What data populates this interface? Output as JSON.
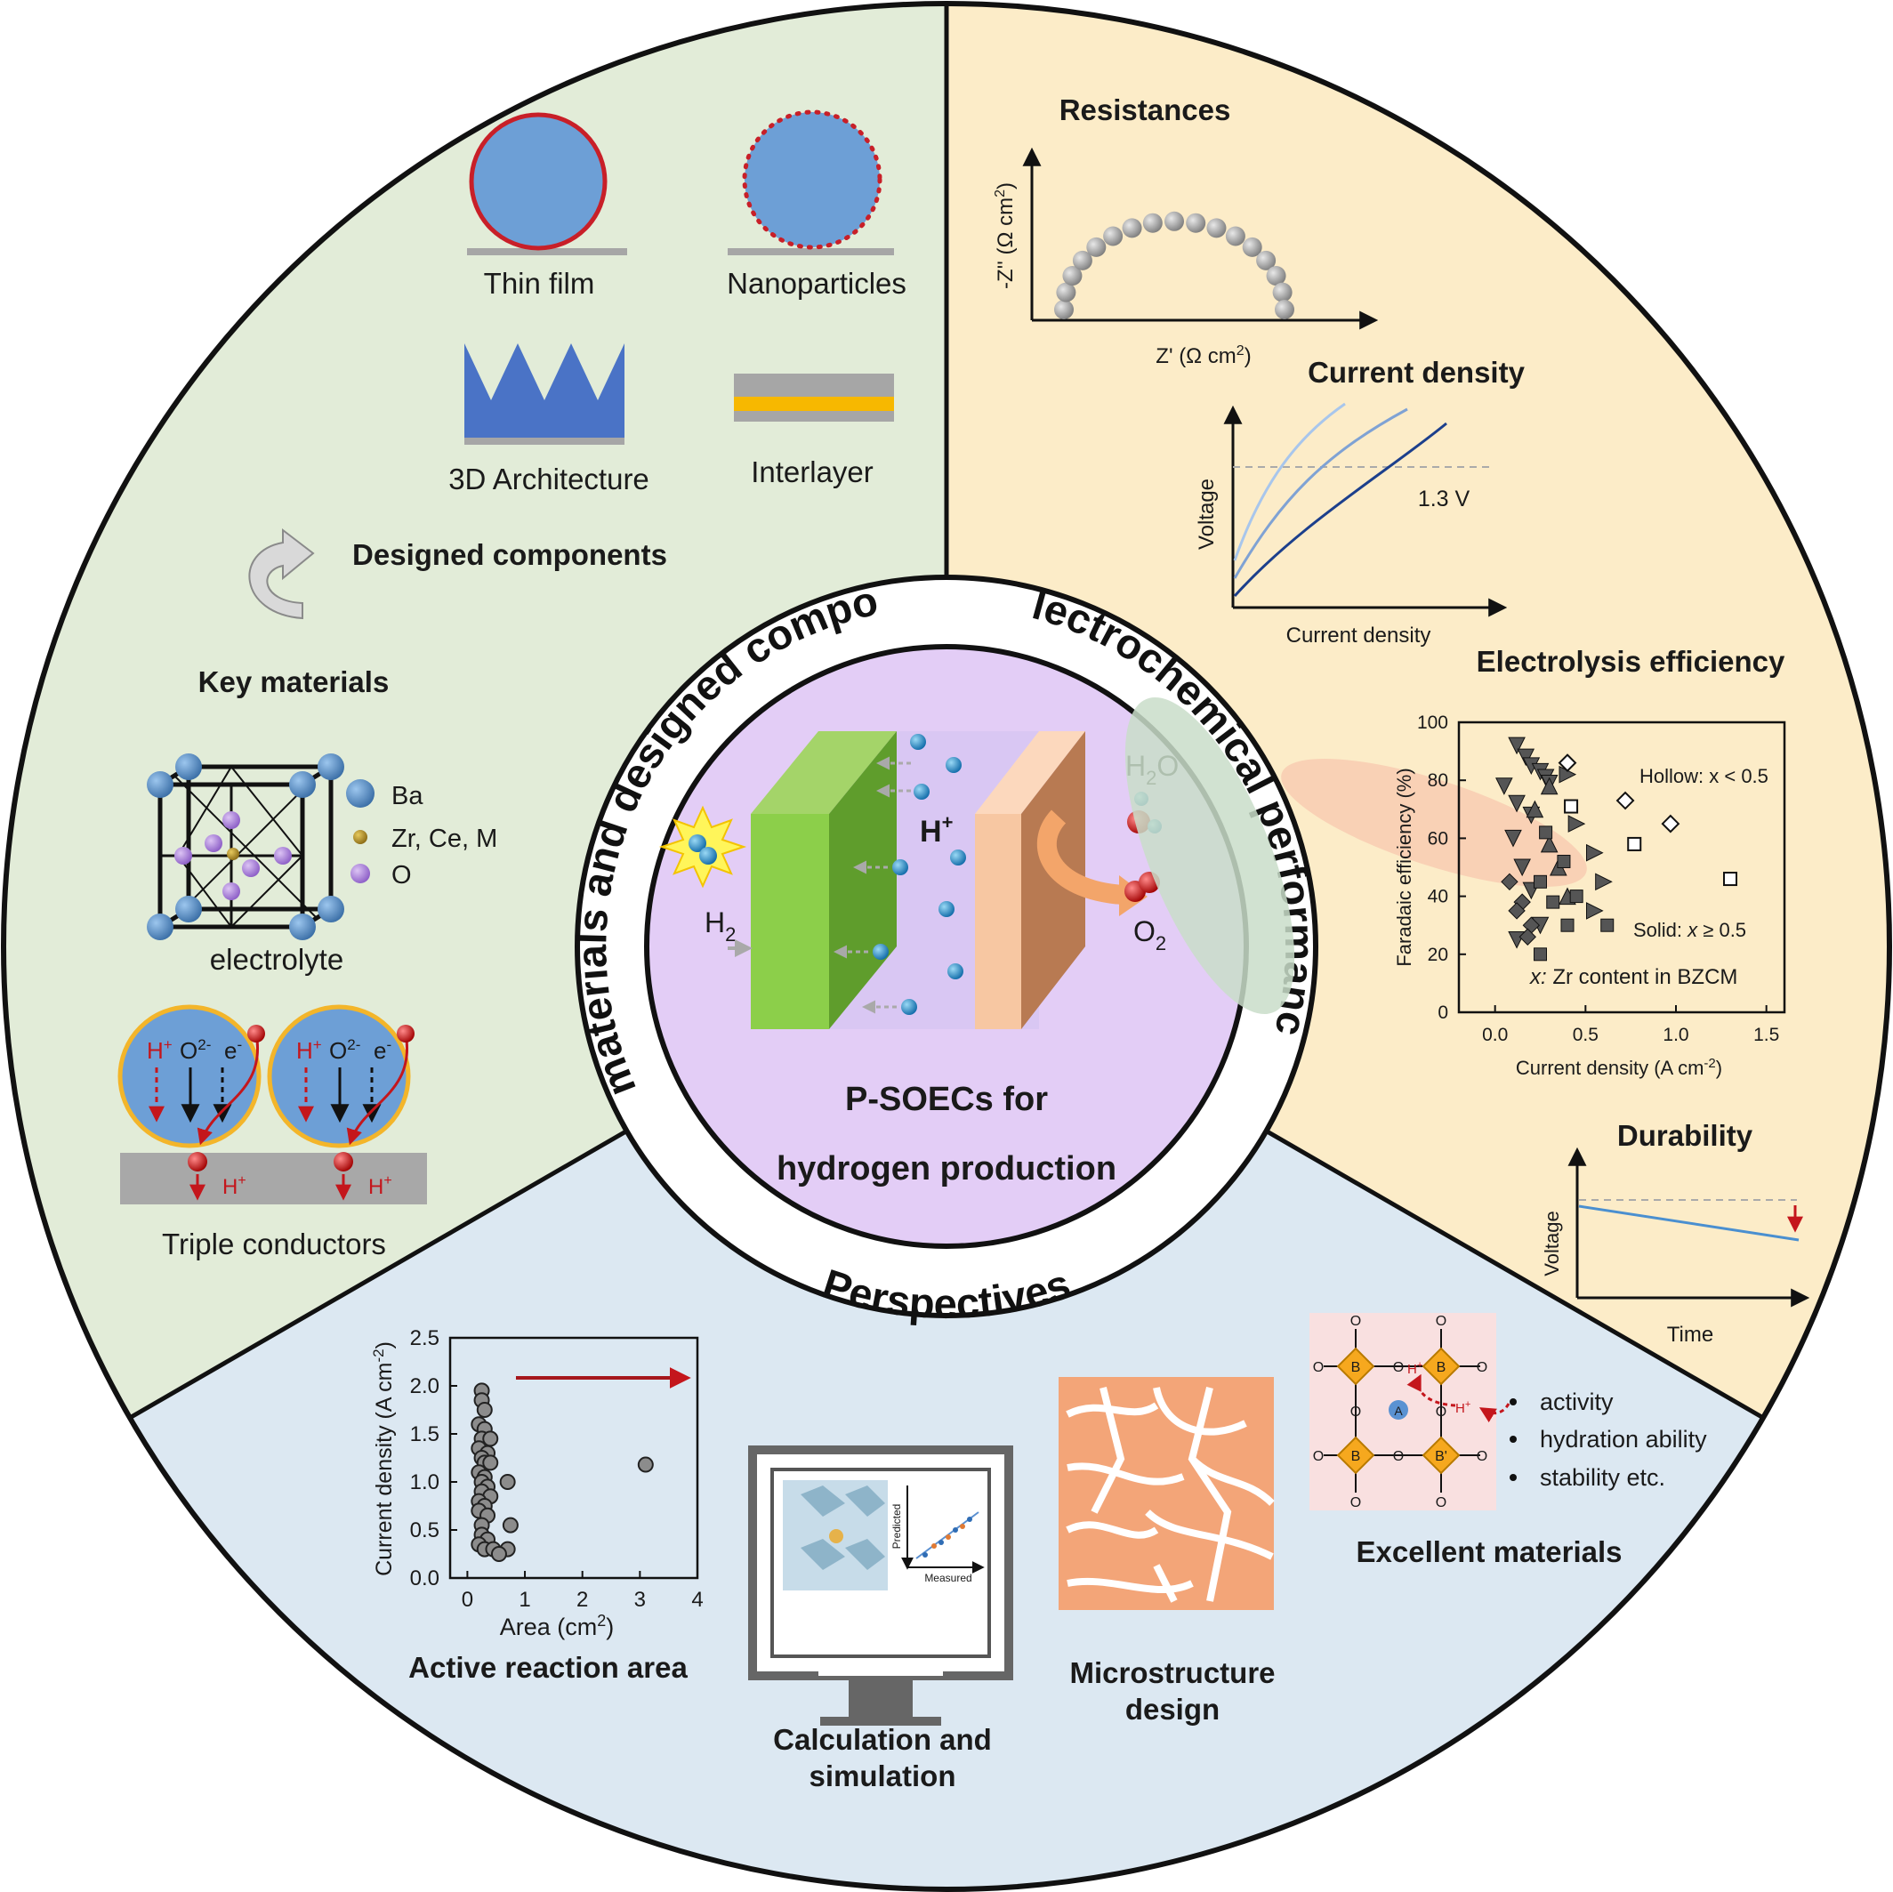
{
  "colors": {
    "sector_green": "#e2ecd8",
    "sector_yellow": "#fcecc8",
    "sector_blue": "#dce8f2",
    "center": "#e3cdf6",
    "blue_ball": "#6d9fd6",
    "red": "#cc1f1f"
  },
  "ring_labels": {
    "left": "Key materials and designed components",
    "right": "Electrochemical performance",
    "bottom": "Perspectives"
  },
  "center": {
    "title_line1": "P-SOECs for",
    "title_line2": "hydrogen production",
    "h_plus": "H",
    "h_plus_sup": "+",
    "h2": "H",
    "h2_sub": "2",
    "h2o_a": "H",
    "h2o_sub": "2",
    "h2o_b": "O",
    "o2": "O",
    "o2_sub": "2"
  },
  "key_materials": {
    "thin_film": "Thin film",
    "nanoparticles": "Nanoparticles",
    "architecture": "3D Architecture",
    "interlayer": "Interlayer",
    "designed_components": "Designed components",
    "key_materials": "Key materials",
    "legend_ba": "Ba",
    "legend_zr": "Zr, Ce, M",
    "legend_o": "O",
    "electrolyte": "electrolyte",
    "triple_conductors": "Triple conductors",
    "tc_h": "H",
    "tc_hsup": "+",
    "tc_o": "O",
    "tc_osup": "2-",
    "tc_e": "e",
    "tc_esup": "-"
  },
  "performance": {
    "resistances": "Resistances",
    "z_imag": "-Z'' (Ω cm",
    "z_imag_sup": "2",
    "z_imag_end": ")",
    "z_real": "Z' (Ω cm",
    "z_real_sup": "2",
    "z_real_end": ")",
    "current_density_title": "Current density",
    "voltage": "Voltage",
    "current_density_axis": "Current density",
    "v13": "1.3 V",
    "efficiency_title": "Electrolysis efficiency",
    "fe_ylabel": "Faradaic efficiency (%)",
    "fe_xlabel": "Current density (A cm",
    "fe_xlabel_sup": "-2",
    "fe_xlabel_end": ")",
    "hollow": "Hollow: x < 0.5",
    "solid_a": "Solid: ",
    "solid_b": "x",
    "solid_c": " ≥ 0.5",
    "zr_a": "x:",
    "zr_b": " Zr content in BZCM",
    "durability": "Durability",
    "dur_voltage": "Voltage",
    "dur_time": "Time"
  },
  "perspectives": {
    "area_ylabel": "Current density (A cm",
    "area_ylabel_sup": "-2",
    "area_ylabel_end": ")",
    "area_xlabel": "Area (cm",
    "area_xlabel_sup": "2",
    "area_xlabel_end": ")",
    "active_area": "Active reaction area",
    "calc_line1": "Calculation and",
    "calc_line2": "simulation",
    "predicted": "Predicted",
    "measured": "Measured",
    "micro_line1": "Microstructure",
    "micro_line2": "design",
    "excellent": "Excellent materials",
    "bullets": [
      "activity",
      "hydration ability",
      "stability etc."
    ],
    "lattice_b": "B",
    "lattice_bp": "B'",
    "lattice_a": "A",
    "lattice_o": "O",
    "lattice_h": "H",
    "lattice_hsup": "+"
  },
  "chart_data": [
    {
      "type": "scatter",
      "xlim": [
        -0.2,
        1.6
      ],
      "ylim": [
        0,
        100
      ],
      "xticks": [
        "0.0",
        "0.5",
        "1.0",
        "1.5"
      ],
      "yticks": [
        "0",
        "20",
        "40",
        "60",
        "80",
        "100"
      ],
      "series": [
        {
          "marker": "down-triangle",
          "points": [
            [
              0.12,
              92
            ],
            [
              0.17,
              88
            ],
            [
              0.2,
              85
            ],
            [
              0.25,
              83
            ],
            [
              0.28,
              81
            ],
            [
              0.3,
              79
            ],
            [
              0.05,
              78
            ],
            [
              0.12,
              72
            ],
            [
              0.2,
              68
            ],
            [
              0.1,
              60
            ],
            [
              0.15,
              50
            ],
            [
              0.2,
              42
            ],
            [
              0.25,
              30
            ],
            [
              0.12,
              25
            ]
          ]
        },
        {
          "marker": "up-triangle",
          "points": [
            [
              0.22,
              70
            ],
            [
              0.3,
              58
            ],
            [
              0.35,
              50
            ],
            [
              0.4,
              40
            ],
            [
              0.3,
              78
            ]
          ]
        },
        {
          "marker": "right-triangle",
          "points": [
            [
              0.4,
              82
            ],
            [
              0.45,
              65
            ],
            [
              0.55,
              55
            ],
            [
              0.6,
              45
            ],
            [
              0.55,
              35
            ]
          ]
        },
        {
          "marker": "square",
          "points": [
            [
              0.28,
              62
            ],
            [
              0.38,
              52
            ],
            [
              0.45,
              40
            ],
            [
              0.25,
              45
            ],
            [
              0.32,
              38
            ],
            [
              0.4,
              30
            ],
            [
              0.62,
              30
            ],
            [
              0.25,
              20
            ]
          ]
        },
        {
          "marker": "diamond",
          "points": [
            [
              0.08,
              45
            ],
            [
              0.15,
              38
            ],
            [
              0.2,
              30
            ],
            [
              0.18,
              26
            ],
            [
              0.12,
              35
            ]
          ]
        },
        {
          "marker": "hollow-diamond",
          "points": [
            [
              0.4,
              86
            ],
            [
              0.72,
              73
            ],
            [
              0.97,
              65
            ]
          ]
        },
        {
          "marker": "hollow-square",
          "points": [
            [
              0.42,
              71
            ],
            [
              0.77,
              58
            ],
            [
              1.3,
              46
            ]
          ]
        }
      ]
    },
    {
      "type": "scatter",
      "xlabel": "Area (cm2)",
      "ylabel": "Current density (A cm-2)",
      "xlim": [
        -0.3,
        4
      ],
      "ylim": [
        0,
        2.5
      ],
      "xticks": [
        "0",
        "1",
        "2",
        "3",
        "4"
      ],
      "yticks": [
        "0.0",
        "0.5",
        "1.0",
        "1.5",
        "2.0",
        "2.5"
      ],
      "points": [
        [
          0.25,
          1.95
        ],
        [
          0.25,
          1.85
        ],
        [
          0.3,
          1.75
        ],
        [
          0.2,
          1.6
        ],
        [
          0.3,
          1.55
        ],
        [
          0.25,
          1.45
        ],
        [
          0.4,
          1.45
        ],
        [
          0.2,
          1.35
        ],
        [
          0.35,
          1.3
        ],
        [
          0.25,
          1.25
        ],
        [
          0.3,
          1.2
        ],
        [
          0.4,
          1.2
        ],
        [
          0.2,
          1.1
        ],
        [
          0.3,
          1.05
        ],
        [
          0.25,
          1.0
        ],
        [
          0.35,
          0.95
        ],
        [
          0.7,
          1.0
        ],
        [
          0.25,
          0.9
        ],
        [
          0.4,
          0.85
        ],
        [
          0.2,
          0.8
        ],
        [
          0.3,
          0.75
        ],
        [
          0.2,
          0.7
        ],
        [
          0.35,
          0.65
        ],
        [
          0.25,
          0.55
        ],
        [
          0.75,
          0.55
        ],
        [
          0.25,
          0.45
        ],
        [
          0.35,
          0.4
        ],
        [
          0.2,
          0.35
        ],
        [
          0.3,
          0.3
        ],
        [
          0.45,
          0.3
        ],
        [
          0.7,
          0.3
        ],
        [
          0.55,
          0.25
        ],
        [
          3.1,
          1.18
        ]
      ]
    }
  ]
}
